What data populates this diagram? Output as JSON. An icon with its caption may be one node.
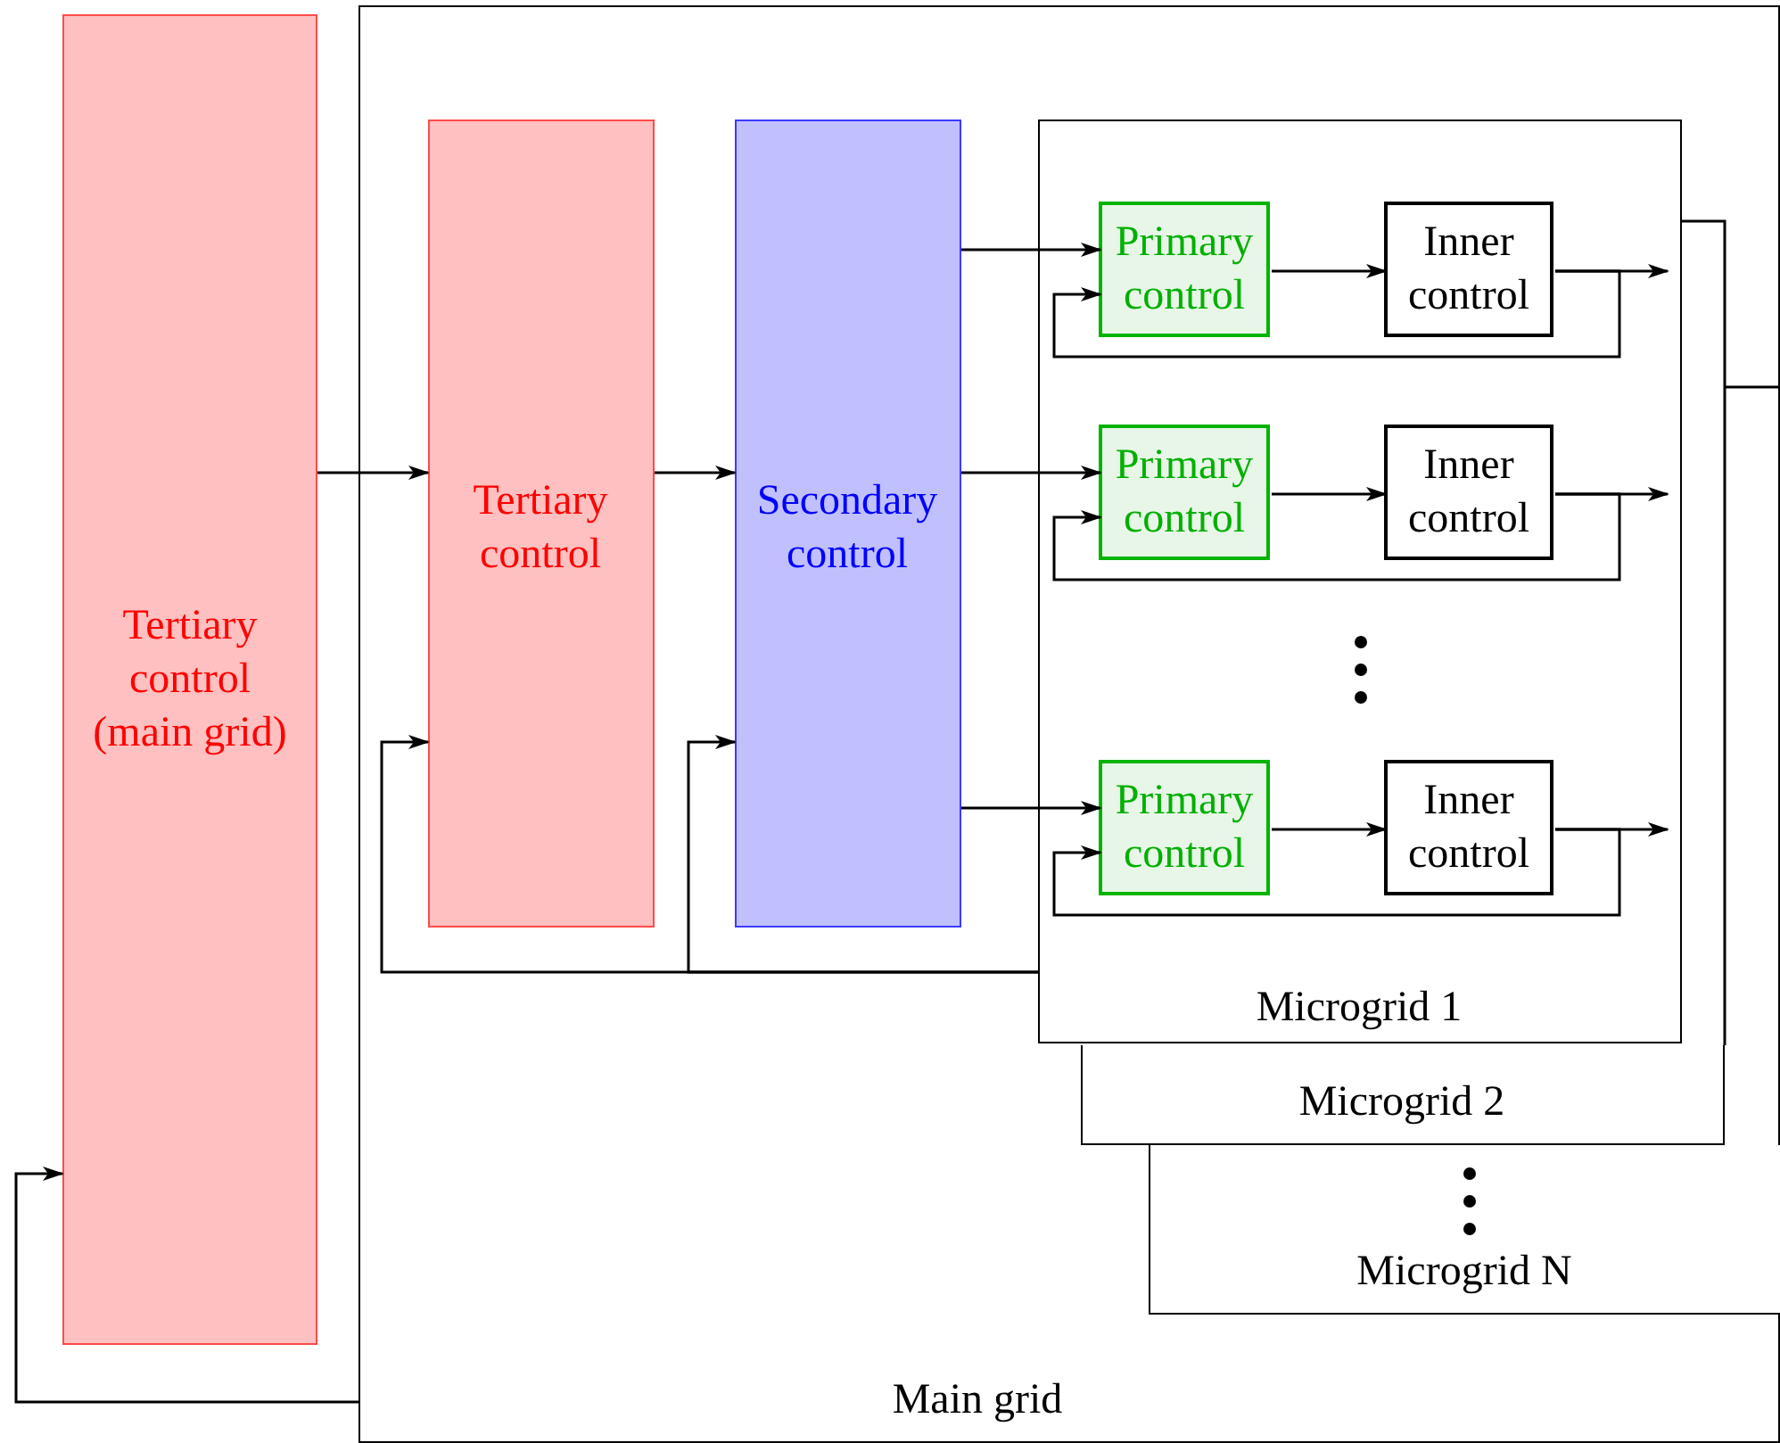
{
  "diagram": {
    "nodes": [
      {
        "text": [
          "Tertiary control (main grid)"
        ]
      },
      {
        "text": [
          "Main grid"
        ]
      },
      {
        "text": [
          "Tertiary control"
        ],
        "in": 1
      },
      {
        "text": [
          "Secondary control"
        ],
        "in": 1
      },
      {
        "text": [
          "Microgrid 1"
        ],
        "in": 1
      },
      {
        "text": [
          "Primary control"
        ],
        "in": 4
      },
      {
        "text": [
          "Inner control"
        ],
        "in": 4
      },
      {
        "text": [
          "Primary control"
        ],
        "in": 4
      },
      {
        "text": [
          "Inner control"
        ],
        "in": 4
      },
      {
        "text": [
          "Primary control"
        ],
        "in": 4
      },
      {
        "text": [
          "Inner control"
        ],
        "in": 4
      },
      {
        "text": [
          "Microgrid 2"
        ],
        "in": 1
      },
      {
        "text": [
          "Microgrid N"
        ],
        "in": 1
      }
    ],
    "edges": [
      {
        "from": 0,
        "to": 2,
        "arrow": "to"
      },
      {
        "from": 2,
        "to": 3,
        "arrow": "to"
      },
      {
        "from": 3,
        "to": 5,
        "arrow": "to"
      },
      {
        "from": 3,
        "to": 7,
        "arrow": "to"
      },
      {
        "from": 3,
        "to": 9,
        "arrow": "to"
      },
      {
        "from": 5,
        "to": 6,
        "arrow": "to"
      },
      {
        "from": 7,
        "to": 8,
        "arrow": "to"
      },
      {
        "from": 9,
        "to": 10,
        "arrow": "to"
      },
      {
        "from": 6,
        "to": null,
        "arrow": "to"
      },
      {
        "from": 8,
        "to": null,
        "arrow": "to"
      },
      {
        "from": 10,
        "to": null,
        "arrow": "to"
      },
      {
        "from": 6,
        "to": 5,
        "arrow": "to"
      },
      {
        "from": 8,
        "to": 7,
        "arrow": "to"
      },
      {
        "from": 10,
        "to": 9,
        "arrow": "to"
      },
      {
        "from": 4,
        "to": 3,
        "arrow": "to"
      },
      {
        "from": 4,
        "to": 2,
        "arrow": "to"
      },
      {
        "from": 1,
        "to": 0,
        "arrow": "to"
      }
    ]
  }
}
